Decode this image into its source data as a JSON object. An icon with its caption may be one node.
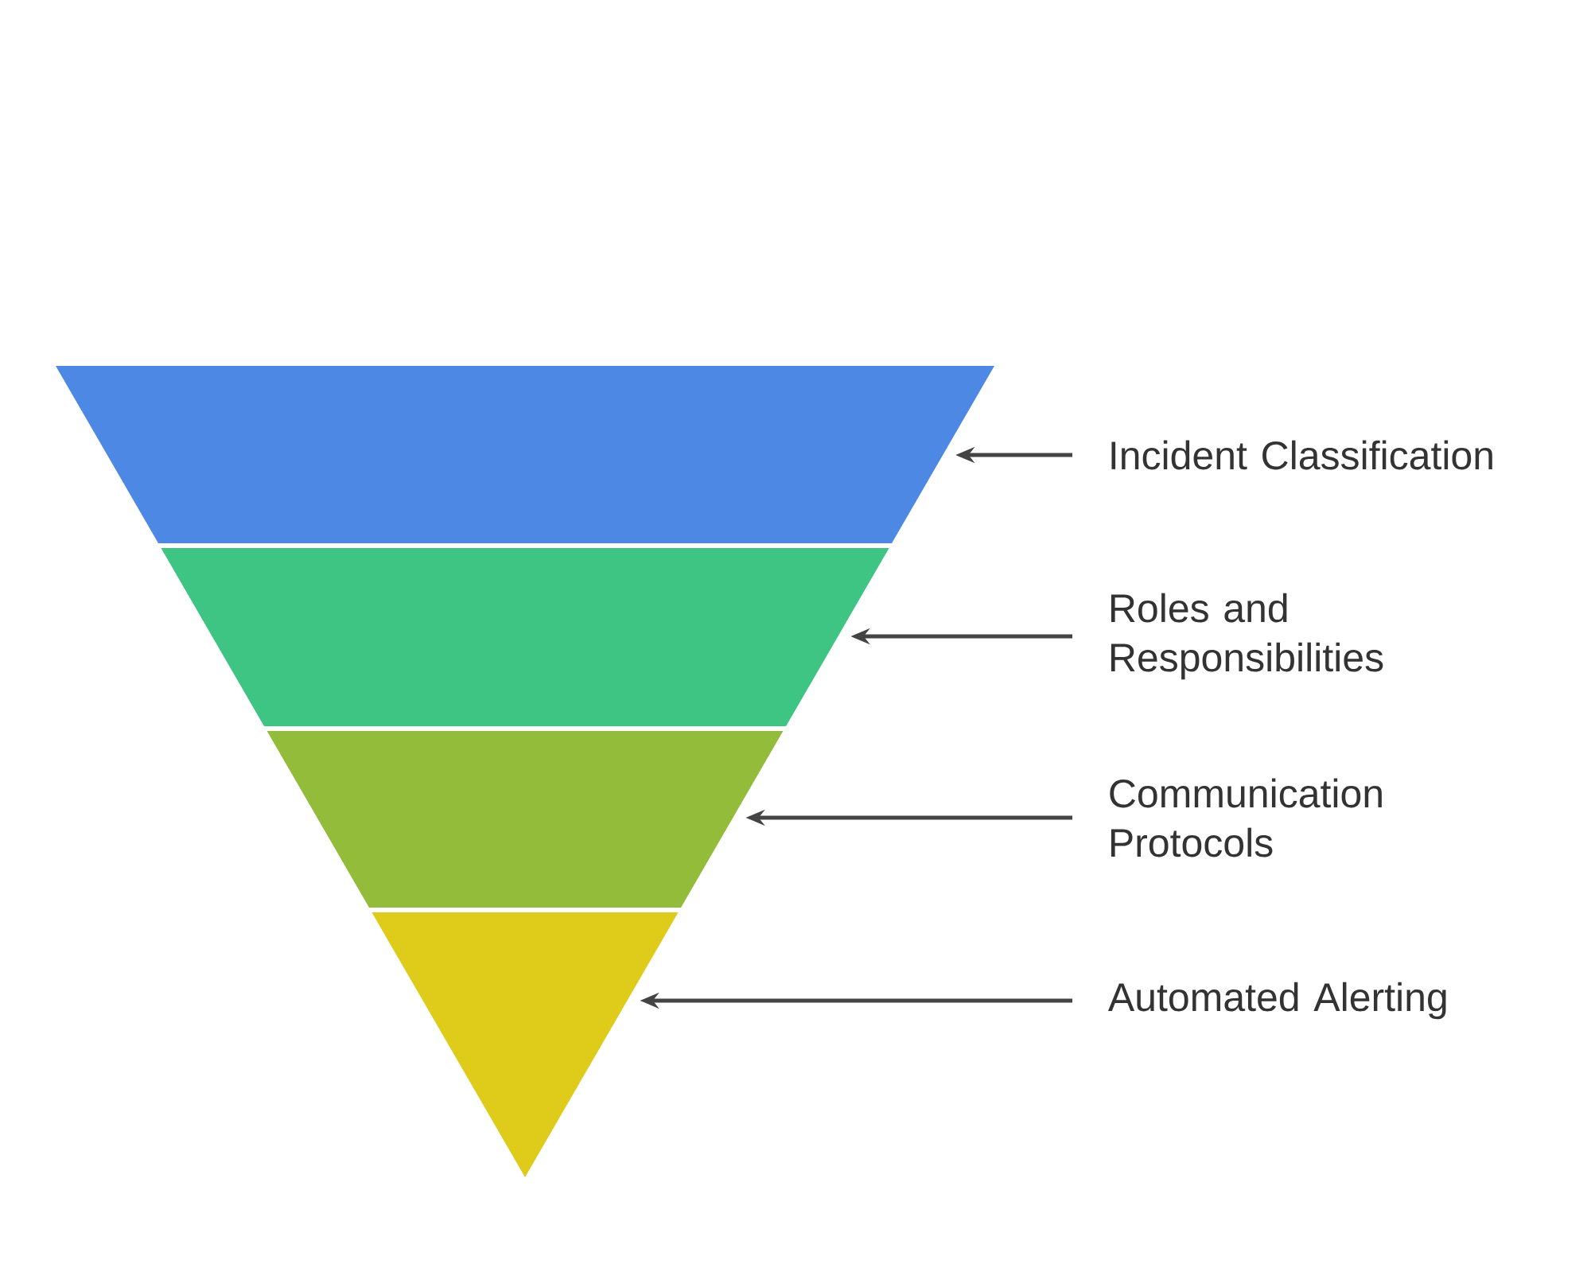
{
  "diagram": {
    "nodes": [
      {
        "text": [],
        "shape": "trapezoid"
      },
      {
        "text": [],
        "shape": "trapezoid"
      },
      {
        "text": [],
        "shape": "trapezoid"
      },
      {
        "text": [],
        "shape": "triangle"
      },
      {
        "text": [
          "Incident Classification"
        ]
      },
      {
        "text": [
          "Roles and Responsibilities"
        ]
      },
      {
        "text": [
          "Communication Protocols"
        ]
      },
      {
        "text": [
          "Automated Alerting"
        ]
      }
    ],
    "edges": [
      {
        "from": 4,
        "to": 0,
        "arrow": "to"
      },
      {
        "from": 5,
        "to": 1,
        "arrow": "to"
      },
      {
        "from": 6,
        "to": 2,
        "arrow": "to"
      },
      {
        "from": 7,
        "to": 3,
        "arrow": "to"
      }
    ]
  }
}
